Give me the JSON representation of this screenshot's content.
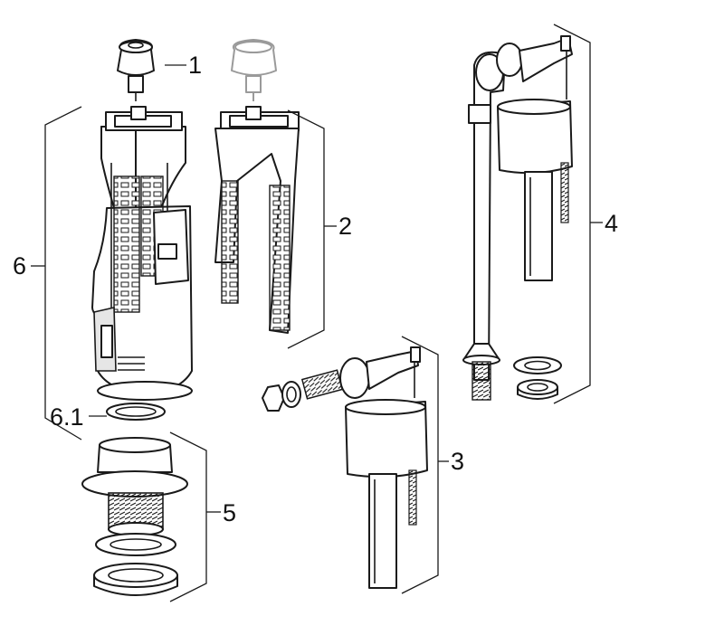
{
  "diagram": {
    "labels": {
      "part1": "1",
      "part2": "2",
      "part3": "3",
      "part4": "4",
      "part5": "5",
      "part6": "6",
      "part6_1": "6.1"
    }
  }
}
